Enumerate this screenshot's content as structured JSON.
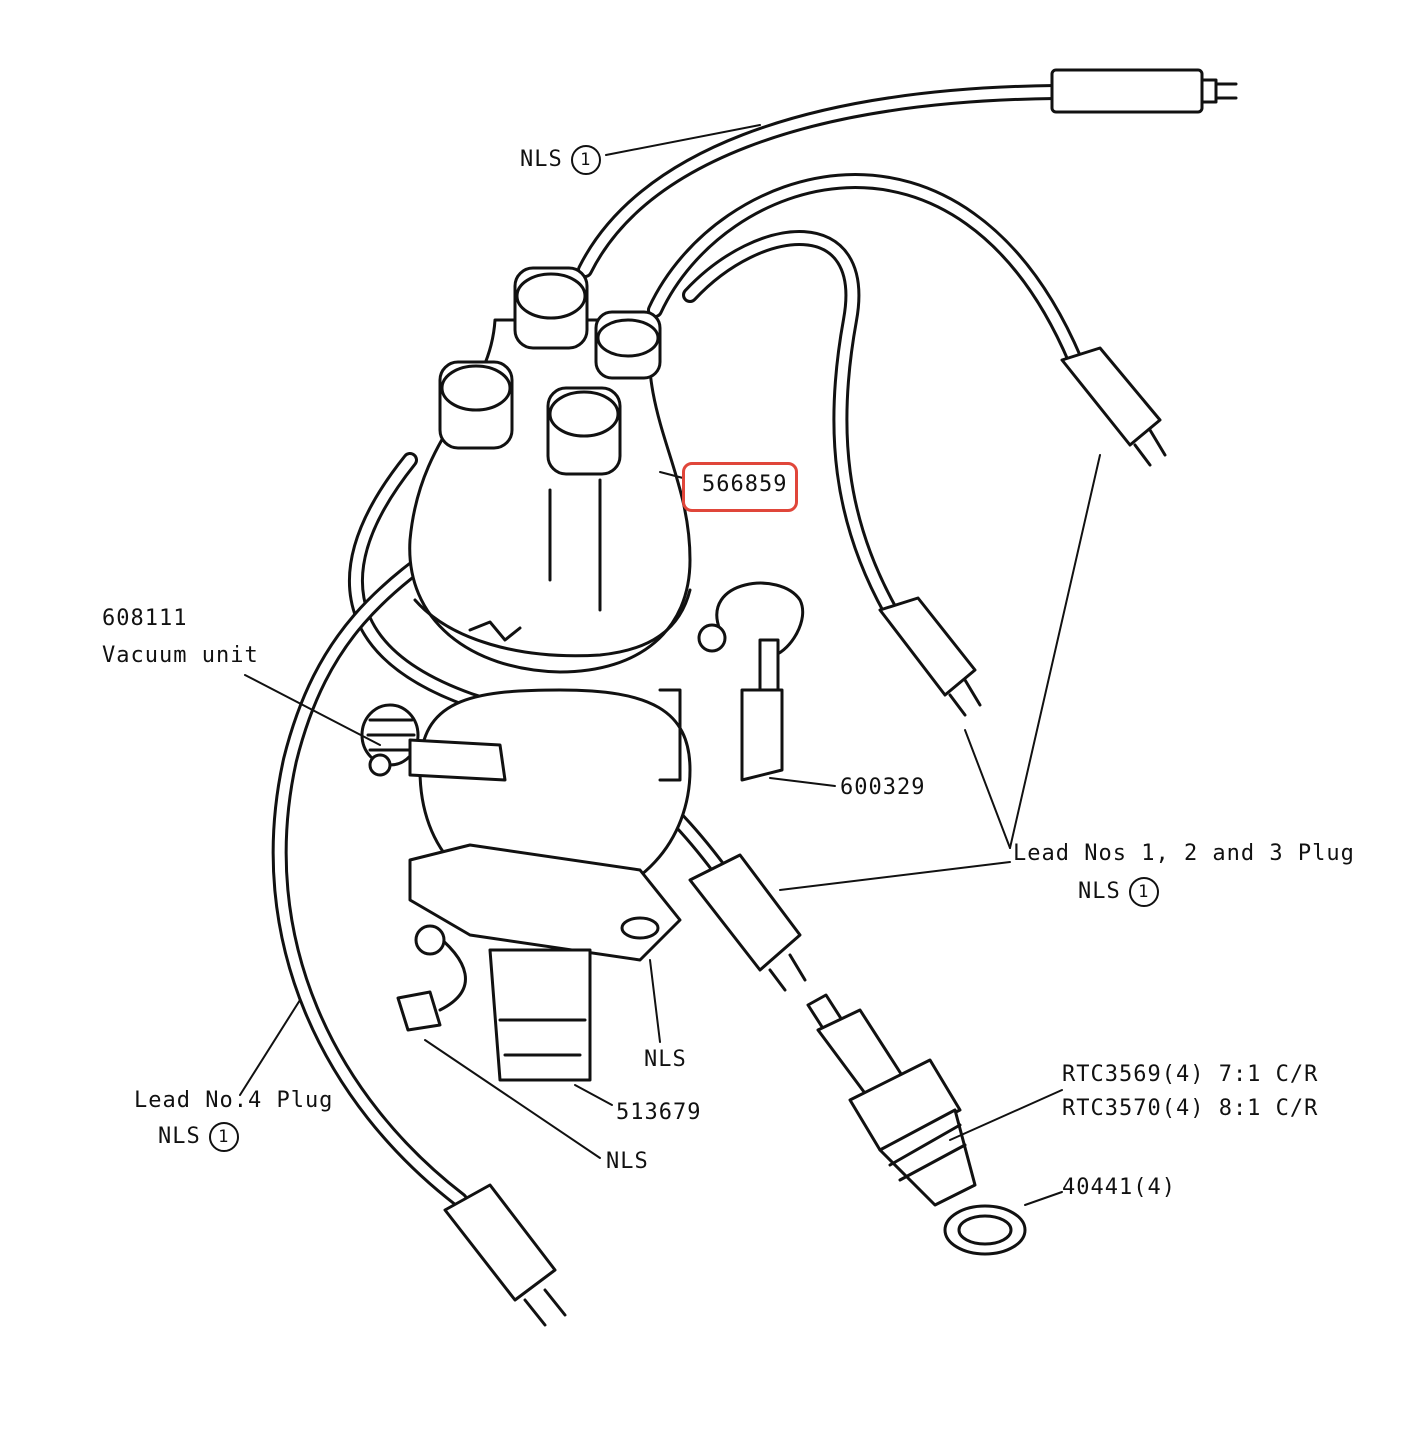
{
  "labels": {
    "nls_top": {
      "text": "NLS",
      "circled": "1"
    },
    "cap_part": "566859",
    "vacuum_part": "608111",
    "vacuum_name": "Vacuum unit",
    "condenser_part": "600329",
    "leads_123": "Lead Nos 1, 2 and 3 Plug",
    "leads_123_nls": {
      "text": "NLS",
      "circled": "1"
    },
    "nls_body": "NLS",
    "distributor_part": "513679",
    "nls_clamp": "NLS",
    "lead4": "Lead No.4 Plug",
    "lead4_nls": {
      "text": "NLS",
      "circled": "1"
    },
    "plug_part_a": "RTC3569(4) 7:1 C/R",
    "plug_part_b": "RTC3570(4) 8:1 C/R",
    "washer_part": "40441(4)"
  },
  "colors": {
    "line": "#111111",
    "highlight": "#e0463a"
  }
}
